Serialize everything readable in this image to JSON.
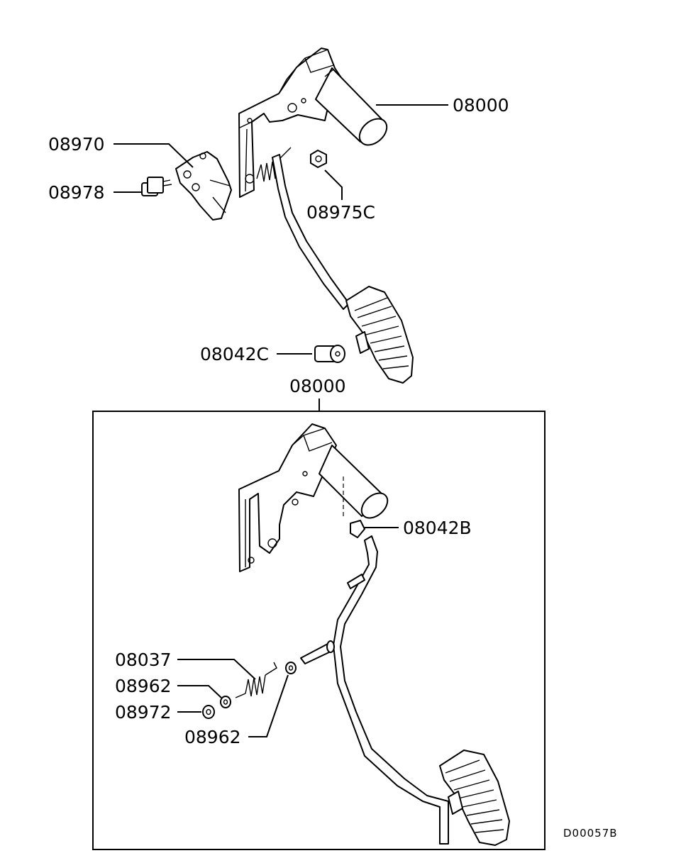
{
  "callouts": {
    "assembly_top": "08000",
    "sensor": "08970",
    "sensor_bolt": "08978",
    "nut": "08975C",
    "stopper_top": "08042C",
    "assembly_box": "08000",
    "stopper_box": "08042B",
    "spring": "08037",
    "washer_upper": "08962",
    "bushing": "08972",
    "washer_lower": "08962"
  },
  "diagram_id": "D00057B",
  "colors": {
    "line": "#000000",
    "background": "#ffffff"
  }
}
